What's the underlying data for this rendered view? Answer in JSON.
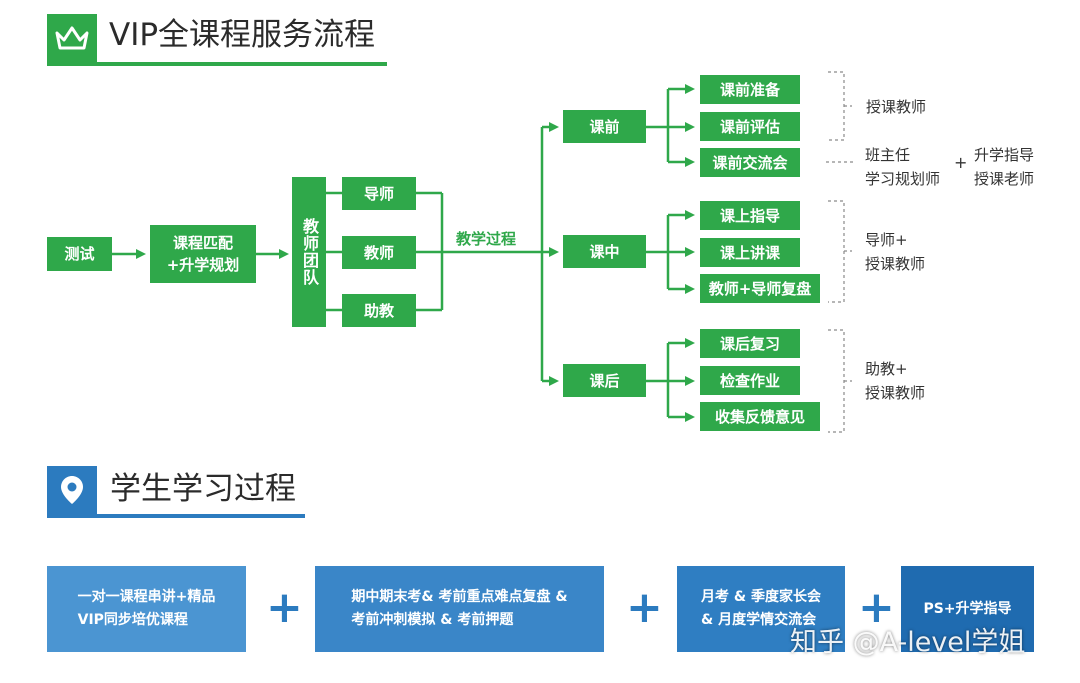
{
  "header1": {
    "title": "VIP全课程服务流程"
  },
  "header2": {
    "title": "学生学习过程"
  },
  "flow": {
    "test": "测试",
    "match": "课程匹配\n+升学规划",
    "team": "教师团队",
    "tutor": "导师",
    "teacher": "教师",
    "assistant": "助教",
    "process_label": "教学过程",
    "before": "课前",
    "during": "课中",
    "after": "课后",
    "before_items": [
      "课前准备",
      "课前评估",
      "课前交流会"
    ],
    "during_items": [
      "课上指导",
      "课上讲课",
      "教师+导师复盘"
    ],
    "after_items": [
      "课后复习",
      "检查作业",
      "收集反馈意见"
    ],
    "note_before_a": "授课教师",
    "note_before_b1": "班主任\n学习规划师",
    "note_plus": "+",
    "note_before_b2": "升学指导\n授课老师",
    "note_during": "导师+\n授课教师",
    "note_after": "助教+\n授课教师"
  },
  "student": {
    "items": [
      "一对一课程串讲+精品\nVIP同步培优课程",
      "期中期末考& 考前重点难点复盘 &\n考前冲刺模拟 &  考前押题",
      "月考  &  季度家长会\n& 月度学情交流会",
      "PS+升学指导"
    ],
    "plus": "+"
  },
  "watermark": "知乎 @A-level学姐",
  "colors": {
    "green": "#2fa84a",
    "blue_light": "#4b95d2",
    "blue_mid": "#3a86c8",
    "blue_dark": "#1f6bb0"
  }
}
